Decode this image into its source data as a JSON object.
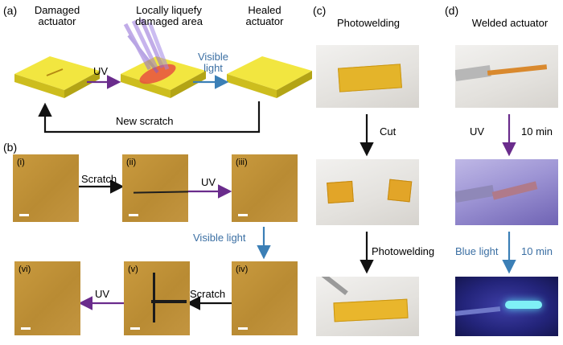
{
  "panels": {
    "a": "(a)",
    "b": "(b)",
    "c": "(c)",
    "d": "(d)"
  },
  "panel_a": {
    "damaged_title": "Damaged\nactuator",
    "liquefy_title": "Locally liquefy\ndamaged area",
    "healed_title": "Healed\nactuator",
    "uv_label": "UV",
    "visible_label": "Visible\nlight",
    "new_scratch_label": "New scratch",
    "colors": {
      "block_top": "#f2e640",
      "block_side": "#cdbd1e",
      "damage": "#e85040",
      "beam": "#8f6ad6",
      "arrow_purple": "#6a2c8c",
      "arrow_blue": "#3b7fb6"
    }
  },
  "panel_b": {
    "images": [
      "(i)",
      "(ii)",
      "(iii)",
      "(iv)",
      "(v)",
      "(vi)"
    ],
    "scratch_label_1": "Scratch",
    "uv_label_1": "UV",
    "visible_label": "Visible light",
    "scratch_label_2": "Scratch",
    "uv_label_2": "UV"
  },
  "panel_c": {
    "title": "Photowelding",
    "cut_label": "Cut",
    "photowelding_label": "Photowelding"
  },
  "panel_d": {
    "title": "Welded actuator",
    "uv_label": "UV",
    "uv_time": "10 min",
    "blue_label": "Blue light",
    "blue_time": "10 min"
  }
}
